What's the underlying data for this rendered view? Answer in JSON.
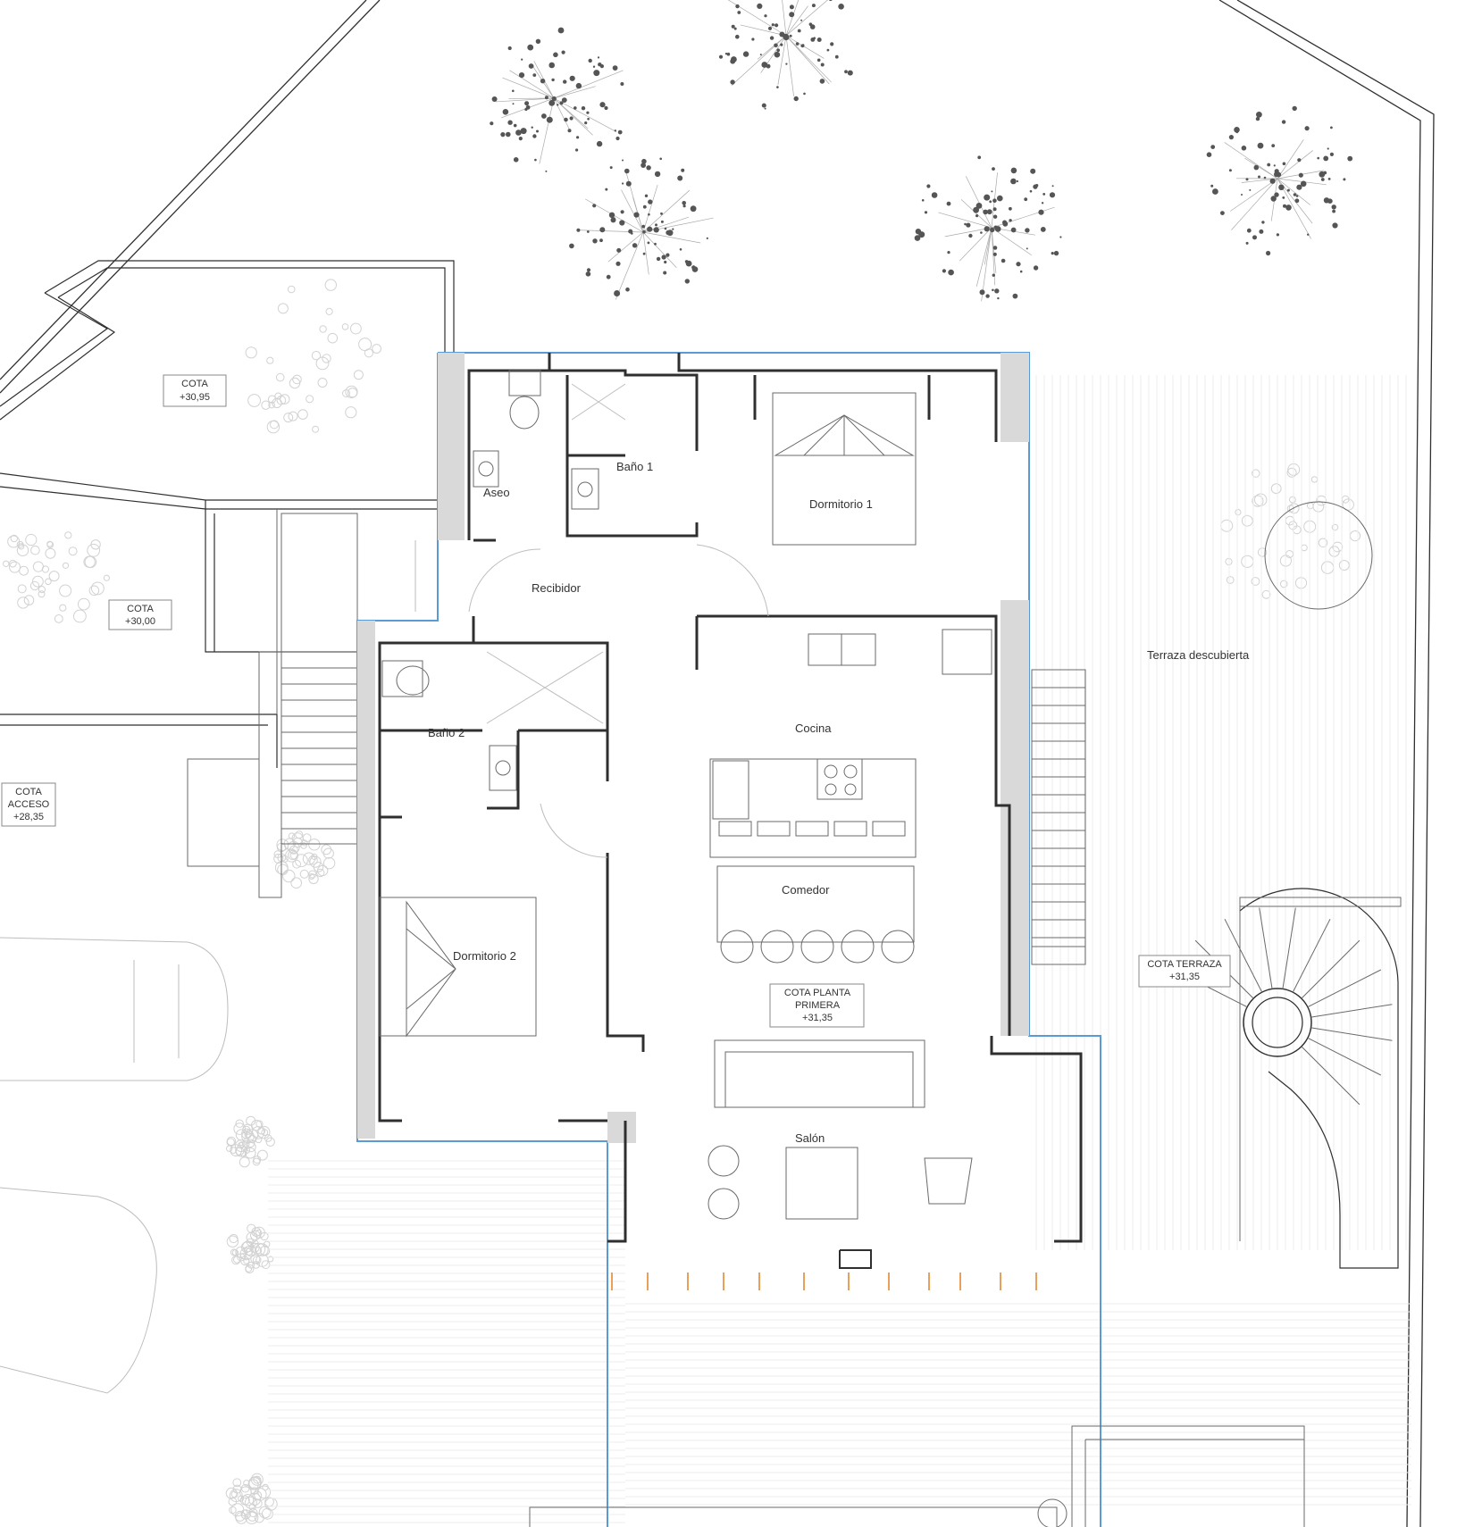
{
  "rooms": {
    "aseo": "Aseo",
    "bano1": "Baño 1",
    "dormitorio1": "Dormitorio 1",
    "recibidor": "Recibidor",
    "bano2": "Baño 2",
    "cocina": "Cocina",
    "comedor": "Comedor",
    "dormitorio2": "Dormitorio 2",
    "salon": "Salón",
    "terraza": "Terraza descubierta"
  },
  "cotas": {
    "c1": {
      "line1": "COTA",
      "line2": "+30,95"
    },
    "c2": {
      "line1": "COTA",
      "line2": "+30,00"
    },
    "c3": {
      "line1": "COTA",
      "line2": "ACCESO",
      "line3": "+28,35"
    },
    "c4": {
      "line1": "COTA PLANTA",
      "line2": "PRIMERA",
      "line3": "+31,35"
    },
    "c5": {
      "line1": "COTA TERRAZA",
      "line2": "+31,35"
    }
  },
  "colors": {
    "boundary": "#5b9bd5",
    "wall": "#3a3a3a",
    "railing": "#e8a05a"
  }
}
